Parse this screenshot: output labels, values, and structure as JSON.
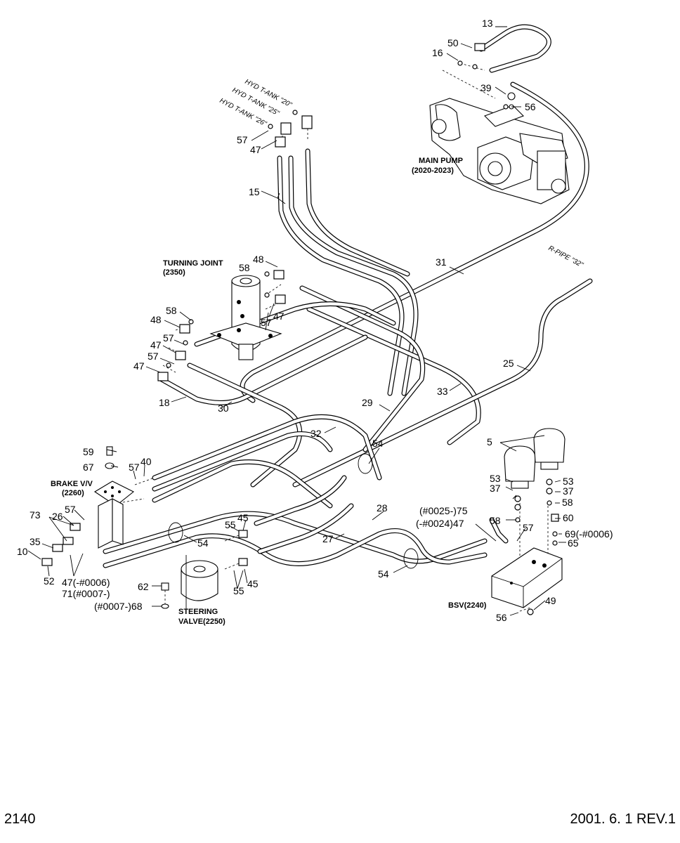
{
  "page_number": "2140",
  "revision": "2001. 6. 1 REV.1",
  "components": {
    "main_pump": "MAIN PUMP",
    "main_pump_ref": "(2020-2023)",
    "turning_joint": "TURNING JOINT",
    "turning_joint_ref": "(2350)",
    "brake_valve": "BRAKE V/V",
    "brake_valve_ref": "(2260)",
    "steering_valve": "STEERING",
    "steering_valve_2": "VALVE(2250)",
    "bsv": "BSV(2240)"
  },
  "connections": {
    "hyd_tank_a": "HYD T-ANK \"20\"",
    "hyd_tank_b": "HYD T-ANK \"25\"",
    "hyd_tank_c": "HYD T-ANK \"26\"",
    "r_pipe": "R-PIPE \"32\""
  },
  "callouts": {
    "c13": "13",
    "c50": "50",
    "c16": "16",
    "c39": "39",
    "c56a": "56",
    "c57a": "57",
    "c47a": "47",
    "c15": "15",
    "c31": "31",
    "c48a": "48",
    "c58a": "58",
    "c47b": "47",
    "c57b": "57",
    "c58b": "58",
    "c48b": "48",
    "c47c": "47",
    "c57c": "57",
    "c57d": "57",
    "c47d": "47",
    "c18": "18",
    "c30": "30",
    "c25": "25",
    "c29": "29",
    "c33": "33",
    "c32": "32",
    "c59": "59",
    "c67": "67",
    "c57e": "57",
    "c40": "40",
    "c54a": "54",
    "c5": "5",
    "c53a": "53",
    "c37a": "37",
    "c58c": "58",
    "c53b": "53",
    "c37b": "37",
    "c75": "(#0025-)75",
    "c47e": "(-#0024)47",
    "c58d": "58",
    "c57f": "57",
    "c60": "60",
    "c69": "69(-#0006)",
    "c65": "65",
    "c73": "73",
    "c57g": "57",
    "c26": "26",
    "c35": "35",
    "c10": "10",
    "c52": "52",
    "c47f": "47(-#0006)",
    "c71": "71(#0007-)",
    "c55a": "55",
    "c45a": "45",
    "c54b": "54",
    "c28": "28",
    "c27": "27",
    "c62": "62",
    "c68": "(#0007-)68",
    "c55b": "55",
    "c45b": "45",
    "c54c": "54",
    "c49": "49",
    "c56b": "56"
  }
}
